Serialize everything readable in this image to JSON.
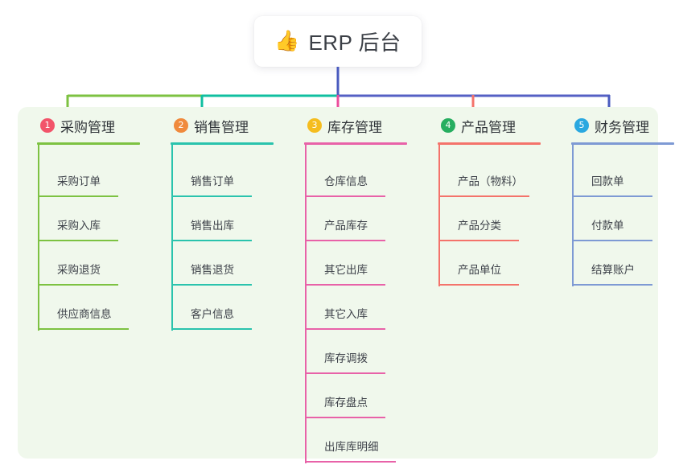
{
  "root": {
    "icon": "thumbs-up-icon",
    "icon_glyph": "👍",
    "title": "ERP 后台"
  },
  "panel": {
    "background": "#f0f8ec"
  },
  "connector_colors": {
    "stem": "#4a5bbf",
    "bar_left": "#7dc242",
    "bar_mid": "#10bfa0",
    "bar_right": "#5560c4",
    "drop_1": "#7dc242",
    "drop_2": "#10bfa0",
    "drop_3": "#ec4d9c",
    "drop_4": "#f4736b",
    "drop_5": "#4a5bbf"
  },
  "columns": [
    {
      "index": "1",
      "badge_color": "#f2546a",
      "line_color": "#7dc242",
      "title": "采购管理",
      "items": [
        {
          "label": "采购订单"
        },
        {
          "label": "采购入库"
        },
        {
          "label": "采购退货"
        },
        {
          "label": "供应商信息"
        }
      ]
    },
    {
      "index": "2",
      "badge_color": "#f08a3c",
      "line_color": "#2ac3ad",
      "title": "销售管理",
      "items": [
        {
          "label": "销售订单"
        },
        {
          "label": "销售出库"
        },
        {
          "label": "销售退货"
        },
        {
          "label": "客户信息"
        }
      ]
    },
    {
      "index": "3",
      "badge_color": "#f5bd1f",
      "line_color": "#e862a8",
      "title": "库存管理",
      "items": [
        {
          "label": "仓库信息"
        },
        {
          "label": "产品库存"
        },
        {
          "label": "其它出库"
        },
        {
          "label": "其它入库"
        },
        {
          "label": "库存调拨"
        },
        {
          "label": "库存盘点"
        },
        {
          "label": "出库库明细"
        }
      ]
    },
    {
      "index": "4",
      "badge_color": "#27ae60",
      "line_color": "#f4736b",
      "title": "产品管理",
      "items": [
        {
          "label": "产品（物料）"
        },
        {
          "label": "产品分类"
        },
        {
          "label": "产品单位"
        }
      ]
    },
    {
      "index": "5",
      "badge_color": "#2aa8e0",
      "line_color": "#7e9ad4",
      "title": "财务管理",
      "items": [
        {
          "label": "回款单"
        },
        {
          "label": "付款单"
        },
        {
          "label": "结算账户"
        }
      ]
    }
  ]
}
